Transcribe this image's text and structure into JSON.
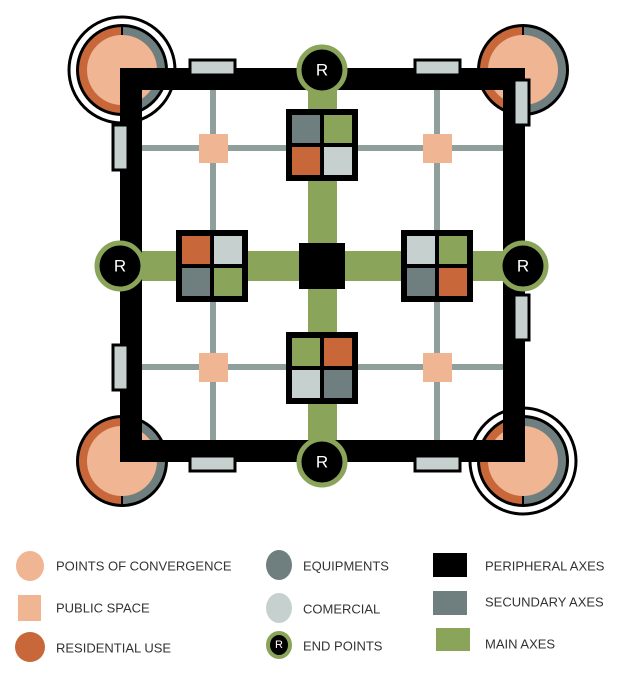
{
  "colors": {
    "peripheral": "#000000",
    "secondary": "#8fa09c",
    "main": "#8aa55a",
    "convergence": "#f0b592",
    "residential": "#c8683a",
    "equipments": "#6f7f7f",
    "comercial": "#c6d0cf"
  },
  "end_point_label": "R",
  "modules": [
    {
      "name": "top",
      "quadrants": [
        "equipments",
        "main",
        "residential",
        "comercial"
      ]
    },
    {
      "name": "left",
      "quadrants": [
        "residential",
        "comercial",
        "equipments",
        "main"
      ]
    },
    {
      "name": "right",
      "quadrants": [
        "comercial",
        "main",
        "equipments",
        "residential"
      ]
    },
    {
      "name": "bottom",
      "quadrants": [
        "main",
        "residential",
        "comercial",
        "equipments"
      ]
    }
  ],
  "legend": {
    "convergence": "POINTS OF CONVERGENCE",
    "public_space": "PUBLIC SPACE",
    "residential": "RESIDENTIAL USE",
    "equipments": "EQUIPMENTS",
    "comercial": "COMERCIAL",
    "end_points": "END POINTS",
    "peripheral": "PERIPHERAL AXES",
    "secondary": "SECUNDARY AXES",
    "main": "MAIN AXES"
  }
}
